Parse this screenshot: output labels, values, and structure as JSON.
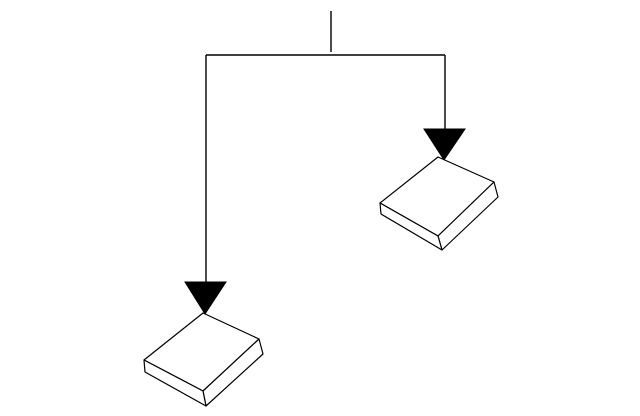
{
  "colors": {
    "background": "#ffffff",
    "stroke": "#000000",
    "box_fill": "#ffffff",
    "arrow_fill": "#000000"
  },
  "diagram": {
    "nodes": [
      {
        "id": "source",
        "kind": "connector-stub"
      },
      {
        "id": "left-pad",
        "kind": "flat-box"
      },
      {
        "id": "right-pad",
        "kind": "flat-box"
      }
    ],
    "edges": [
      {
        "from": "source",
        "to": "left-pad",
        "arrow": "filled-triangle"
      },
      {
        "from": "source",
        "to": "right-pad",
        "arrow": "filled-triangle"
      }
    ]
  }
}
